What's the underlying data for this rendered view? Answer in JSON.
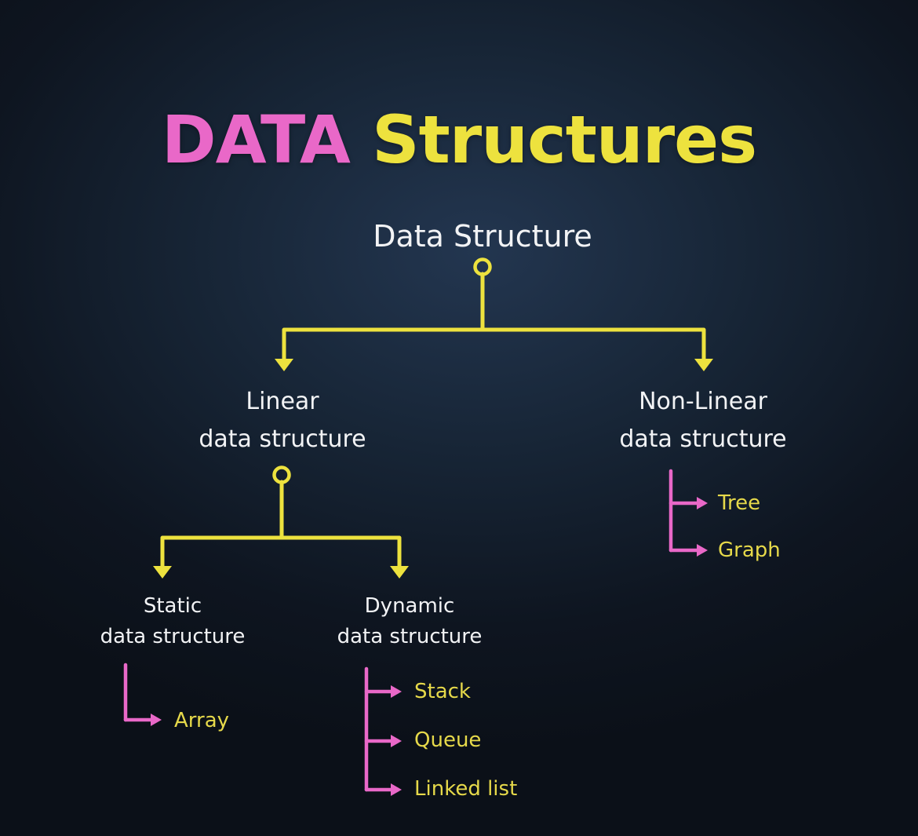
{
  "title": {
    "word1": "DATA",
    "word2": "Structures"
  },
  "root": {
    "label": "Data Structure"
  },
  "linear": {
    "line1": "Linear",
    "line2": "data structure"
  },
  "nonlinear": {
    "line1": "Non-Linear",
    "line2": "data structure",
    "items": [
      "Tree",
      "Graph"
    ]
  },
  "static": {
    "line1": "Static",
    "line2": "data structure",
    "items": [
      "Array"
    ]
  },
  "dynamic": {
    "line1": "Dynamic",
    "line2": "data structure",
    "items": [
      "Stack",
      "Queue",
      "Linked list"
    ]
  },
  "colors": {
    "background": "#141f2d",
    "accent_pink": "#e968c8",
    "accent_yellow": "#ede23e",
    "node_text": "#f2f3f5",
    "leaf_text": "#e6d94a"
  }
}
